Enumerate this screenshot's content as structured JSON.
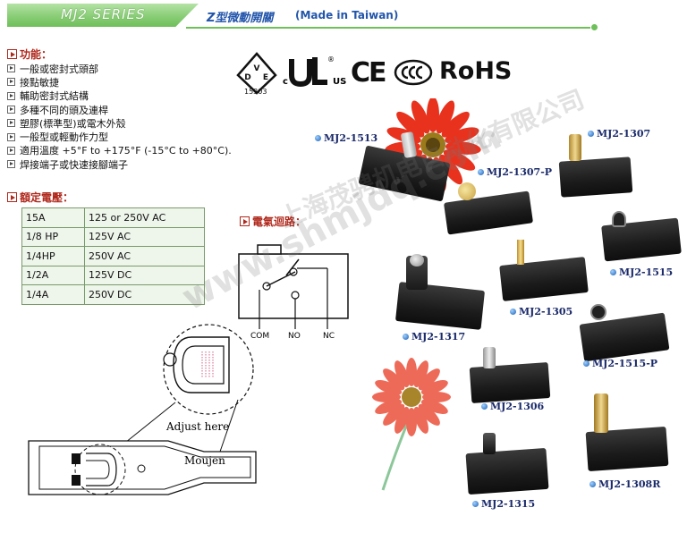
{
  "header": {
    "series_label": "MJ2 SERIES",
    "title": "Z型微動開關",
    "made_in": "(Made in Taiwan)"
  },
  "features": {
    "heading": "功能：",
    "items": [
      "一般或密封式頭部",
      "接點敏捷",
      "輔助密封式結構",
      "多種不同的頭及連桿",
      "塑膠(標準型)或電木外殼",
      "一般型或輕動作力型",
      "適用溫度 +5°F to +175°F (-15°C to +80°C).",
      "焊接端子或快速接腳端子"
    ]
  },
  "ratings": {
    "heading": "額定電壓：",
    "rows": [
      [
        "15A",
        "125 or 250V AC"
      ],
      [
        "1/8 HP",
        "125V AC"
      ],
      [
        "1/4HP",
        "250V AC"
      ],
      [
        "1/2A",
        "125V DC"
      ],
      [
        "1/4A",
        "250V DC"
      ]
    ]
  },
  "certifications": {
    "vde_number": "15303",
    "ul_left": "c",
    "ul_right": "US",
    "ce": "CE",
    "rohs": "RoHS"
  },
  "circuit": {
    "heading": "電氣迴路：",
    "terminals": [
      "COM",
      "NO",
      "NC"
    ]
  },
  "adjust": {
    "label": "Adjust here",
    "brand": "Moujen"
  },
  "products": {
    "mj2_1513": "MJ2-1513",
    "mj2_1307": "MJ2-1307",
    "mj2_1307p": "MJ2-1307-P",
    "mj2_1515": "MJ2-1515",
    "mj2_1305": "MJ2-1305",
    "mj2_1317": "MJ2-1317",
    "mj2_1515p": "MJ2-1515-P",
    "mj2_1306": "MJ2-1306",
    "mj2_1308r": "MJ2-1308R",
    "mj2_1315": "MJ2-1315"
  },
  "watermark": {
    "url": "www.shmjdq.com",
    "company": "上海茂骋机电自动化有限公司"
  },
  "colors": {
    "accent_green": "#6fbf5a",
    "heading_red": "#b0281c",
    "title_blue": "#2255aa",
    "label_navy": "#1a2a6a"
  }
}
